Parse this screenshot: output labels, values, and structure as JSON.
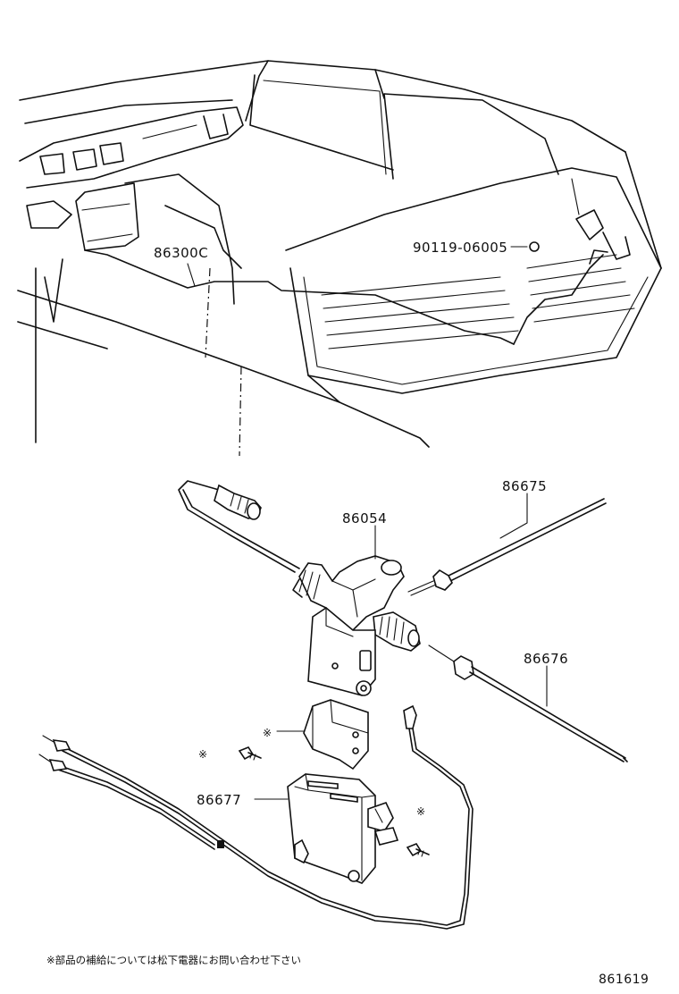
{
  "parts": [
    {
      "id": "callout-86300c",
      "number": "86300C"
    },
    {
      "id": "callout-90119-06005",
      "number": "90119-06005"
    },
    {
      "id": "callout-86675",
      "number": "86675"
    },
    {
      "id": "callout-86054",
      "number": "86054"
    },
    {
      "id": "callout-86676",
      "number": "86676"
    },
    {
      "id": "callout-86677",
      "number": "86677"
    }
  ],
  "asterisk_marks": [
    "※",
    "※",
    "※"
  ],
  "footnote": "※部品の補給については松下電器にお問い合わせ下さい",
  "diagram_id": "861619"
}
